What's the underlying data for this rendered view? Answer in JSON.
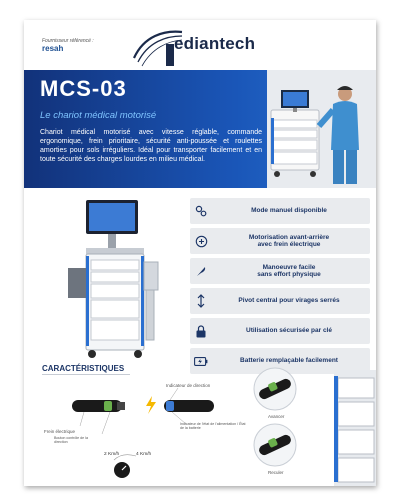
{
  "header": {
    "supplier_line1": "Fournisseur référencé :",
    "supplier_name": "resah",
    "brand": "ediantech"
  },
  "hero": {
    "title": "MCS-03",
    "subtitle": "Le chariot médical motorisé",
    "description": "Chariot médical motorisé avec vitesse réglable, commande ergonomique, frein prioritaire, sécurité anti-poussée et roulettes amorties pour sols irréguliers. Idéal pour transporter facilement et en toute sécurité des charges lourdes en milieu médical."
  },
  "features": [
    {
      "icon": "gears-icon",
      "lines": [
        "Mode manuel disponible"
      ]
    },
    {
      "icon": "motor-icon",
      "lines": [
        "Motorisation avant-arrière",
        "avec frein électrique"
      ]
    },
    {
      "icon": "feather-icon",
      "lines": [
        "Manoeuvre facile",
        "sans effort physique"
      ]
    },
    {
      "icon": "vertical-arrows-icon",
      "lines": [
        "Pivot central pour virages serrés"
      ]
    },
    {
      "icon": "lock-key-icon",
      "lines": [
        "Utilisation sécurisée par clé"
      ]
    },
    {
      "icon": "battery-icon",
      "lines": [
        "Batterie remplaçable facilement"
      ]
    }
  ],
  "characteristics": {
    "title": "CARACTÉRISTIQUES",
    "labels": {
      "direction": "Indicateur de direction",
      "brake": "Frein électrique",
      "button": "Bouton contrôle de la direction",
      "power": "Indicateur de l'état de l'alimentation / État de la batterie"
    },
    "speeds": {
      "low": "2 Km/h",
      "high": "4 Km/h"
    },
    "avancer": "Avancer",
    "reculer": "Reculer"
  },
  "colors": {
    "primary": "#12327a",
    "accent": "#7fc4ff",
    "panel": "#e9ebee"
  }
}
